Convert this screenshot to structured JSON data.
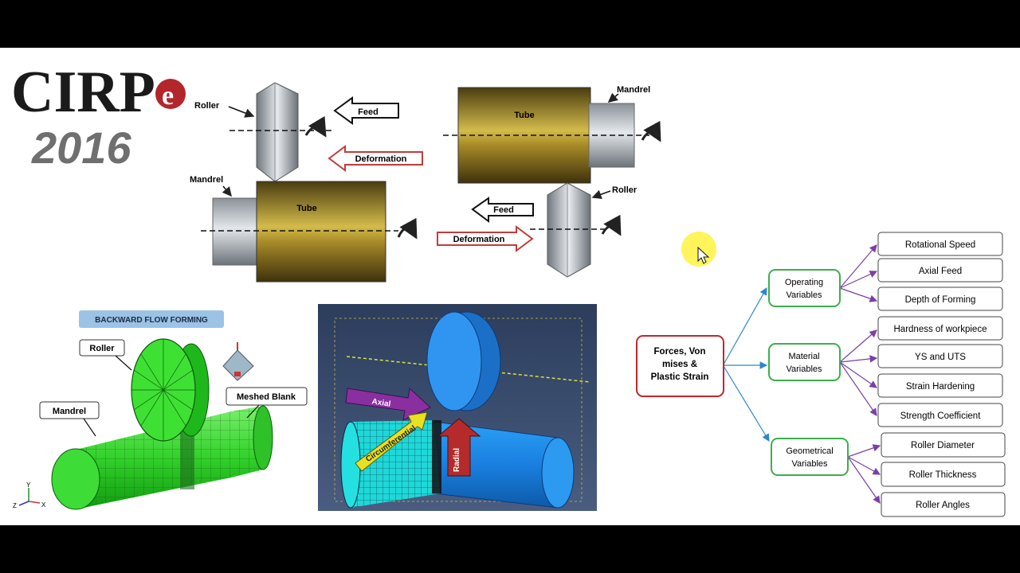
{
  "logo": {
    "name": "CIRP",
    "suffix": "e",
    "year": "2016"
  },
  "top_left": {
    "roller": "Roller",
    "mandrel": "Mandrel",
    "tube": "Tube",
    "feed": "Feed",
    "deformation": "Deformation"
  },
  "top_right": {
    "mandrel": "Mandrel",
    "tube": "Tube",
    "roller": "Roller",
    "feed": "Feed",
    "deformation": "Deformation"
  },
  "fem_panel": {
    "title": "BACKWARD FLOW FORMING",
    "roller": "Roller",
    "mandrel": "Mandrel",
    "meshed_blank": "Meshed Blank",
    "triad": {
      "x": "X",
      "y": "Y",
      "z": "Z"
    }
  },
  "sim_panel": {
    "axial": "Axial",
    "circumferential": "Circumferential",
    "radial": "Radial"
  },
  "tree": {
    "root": [
      "Forces, Von",
      "mises &",
      "Plastic Strain"
    ],
    "groups": [
      {
        "label": [
          "Operating",
          "Variables"
        ],
        "items": [
          "Rotational Speed",
          "Axial Feed",
          "Depth of Forming"
        ]
      },
      {
        "label": [
          "Material",
          "Variables"
        ],
        "items": [
          "Hardness of workpiece",
          "YS and UTS",
          "Strain Hardening",
          "Strength Coefficient"
        ]
      },
      {
        "label": [
          "Geometrical",
          "Variables"
        ],
        "items": [
          "Roller Diameter",
          "Roller Thickness",
          "Roller Angles"
        ]
      }
    ]
  },
  "colors": {
    "root_border": "#c0282d",
    "group_border": "#3dae4e",
    "arrow_blue": "#2f86c8",
    "arrow_purple": "#7b3fa8",
    "cursor_highlight": "#fff34a"
  }
}
